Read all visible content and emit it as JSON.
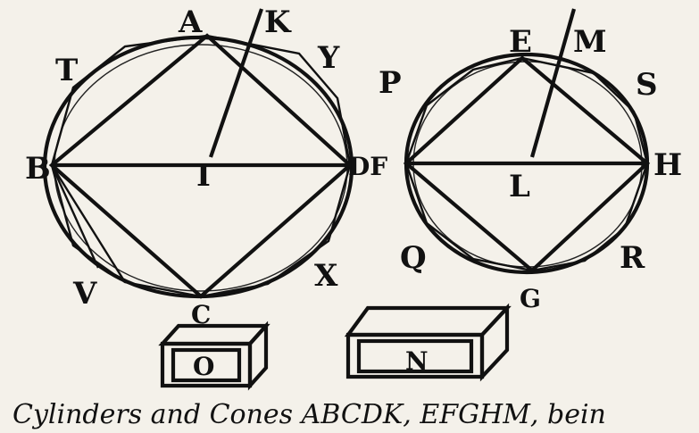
{
  "figure": {
    "left_labels": {
      "A": "A",
      "K": "K",
      "T": "T",
      "Y": "Y",
      "P": "P",
      "B": "B",
      "I": "I",
      "DF": "DF",
      "V": "V",
      "C": "C",
      "X": "X"
    },
    "right_labels": {
      "E": "E",
      "M": "M",
      "S": "S",
      "H": "H",
      "L": "L",
      "Q": "Q",
      "G": "G",
      "R": "R"
    },
    "solids": {
      "O": "O",
      "N": "N"
    }
  },
  "caption": "Cylinders and Cones ABCDK, EFGHM, bein"
}
